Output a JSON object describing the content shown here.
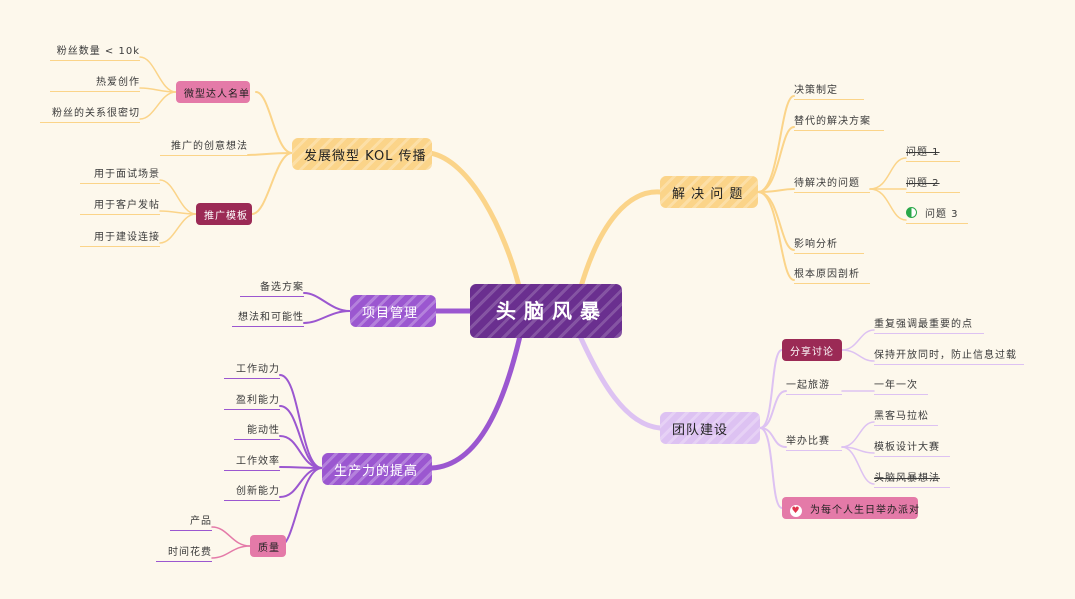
{
  "center": {
    "title": "头脑风暴",
    "color": "#6a2f8f"
  },
  "colors": {
    "orange": "#fbd489",
    "purple": "#9b57d0",
    "lavender": "#ddc2f2",
    "pink": "#e47aa8",
    "maroon": "#9b2a55"
  },
  "kol": {
    "title": "发展微型 KOL 传播",
    "list_label": "微型达人名单",
    "list_items": [
      "粉丝数量 < 10k",
      "热爱创作",
      "粉丝的关系很密切"
    ],
    "idea": "推广的创意想法",
    "template_label": "推广模板",
    "template_items": [
      "用于面试场景",
      "用于客户发帖",
      "用于建设连接"
    ]
  },
  "project": {
    "title": "项目管理",
    "items": [
      "备选方案",
      "想法和可能性"
    ]
  },
  "productivity": {
    "title": "生产力的提高",
    "items": [
      "工作动力",
      "盈利能力",
      "能动性",
      "工作效率",
      "创新能力"
    ],
    "quality_label": "质量",
    "quality_items": [
      "产品",
      "时间花费"
    ]
  },
  "solve": {
    "title": "解 决 问 题",
    "items": [
      "决策制定",
      "替代的解决方案",
      "待解决的问题",
      "影响分析",
      "根本原因剖析"
    ],
    "problems": [
      "问题 1",
      "问题 2",
      "问题 3"
    ]
  },
  "team": {
    "title": "团队建设",
    "share_label": "分享讨论",
    "share_items": [
      "重复强调最重要的点",
      "保持开放同时，防止信息过载"
    ],
    "travel": "一起旅游",
    "travel_item": "一年一次",
    "contest": "举办比赛",
    "contest_items": [
      "黑客马拉松",
      "模板设计大赛",
      "头脑风暴想法"
    ],
    "party": "为每个人生日举办派对"
  }
}
